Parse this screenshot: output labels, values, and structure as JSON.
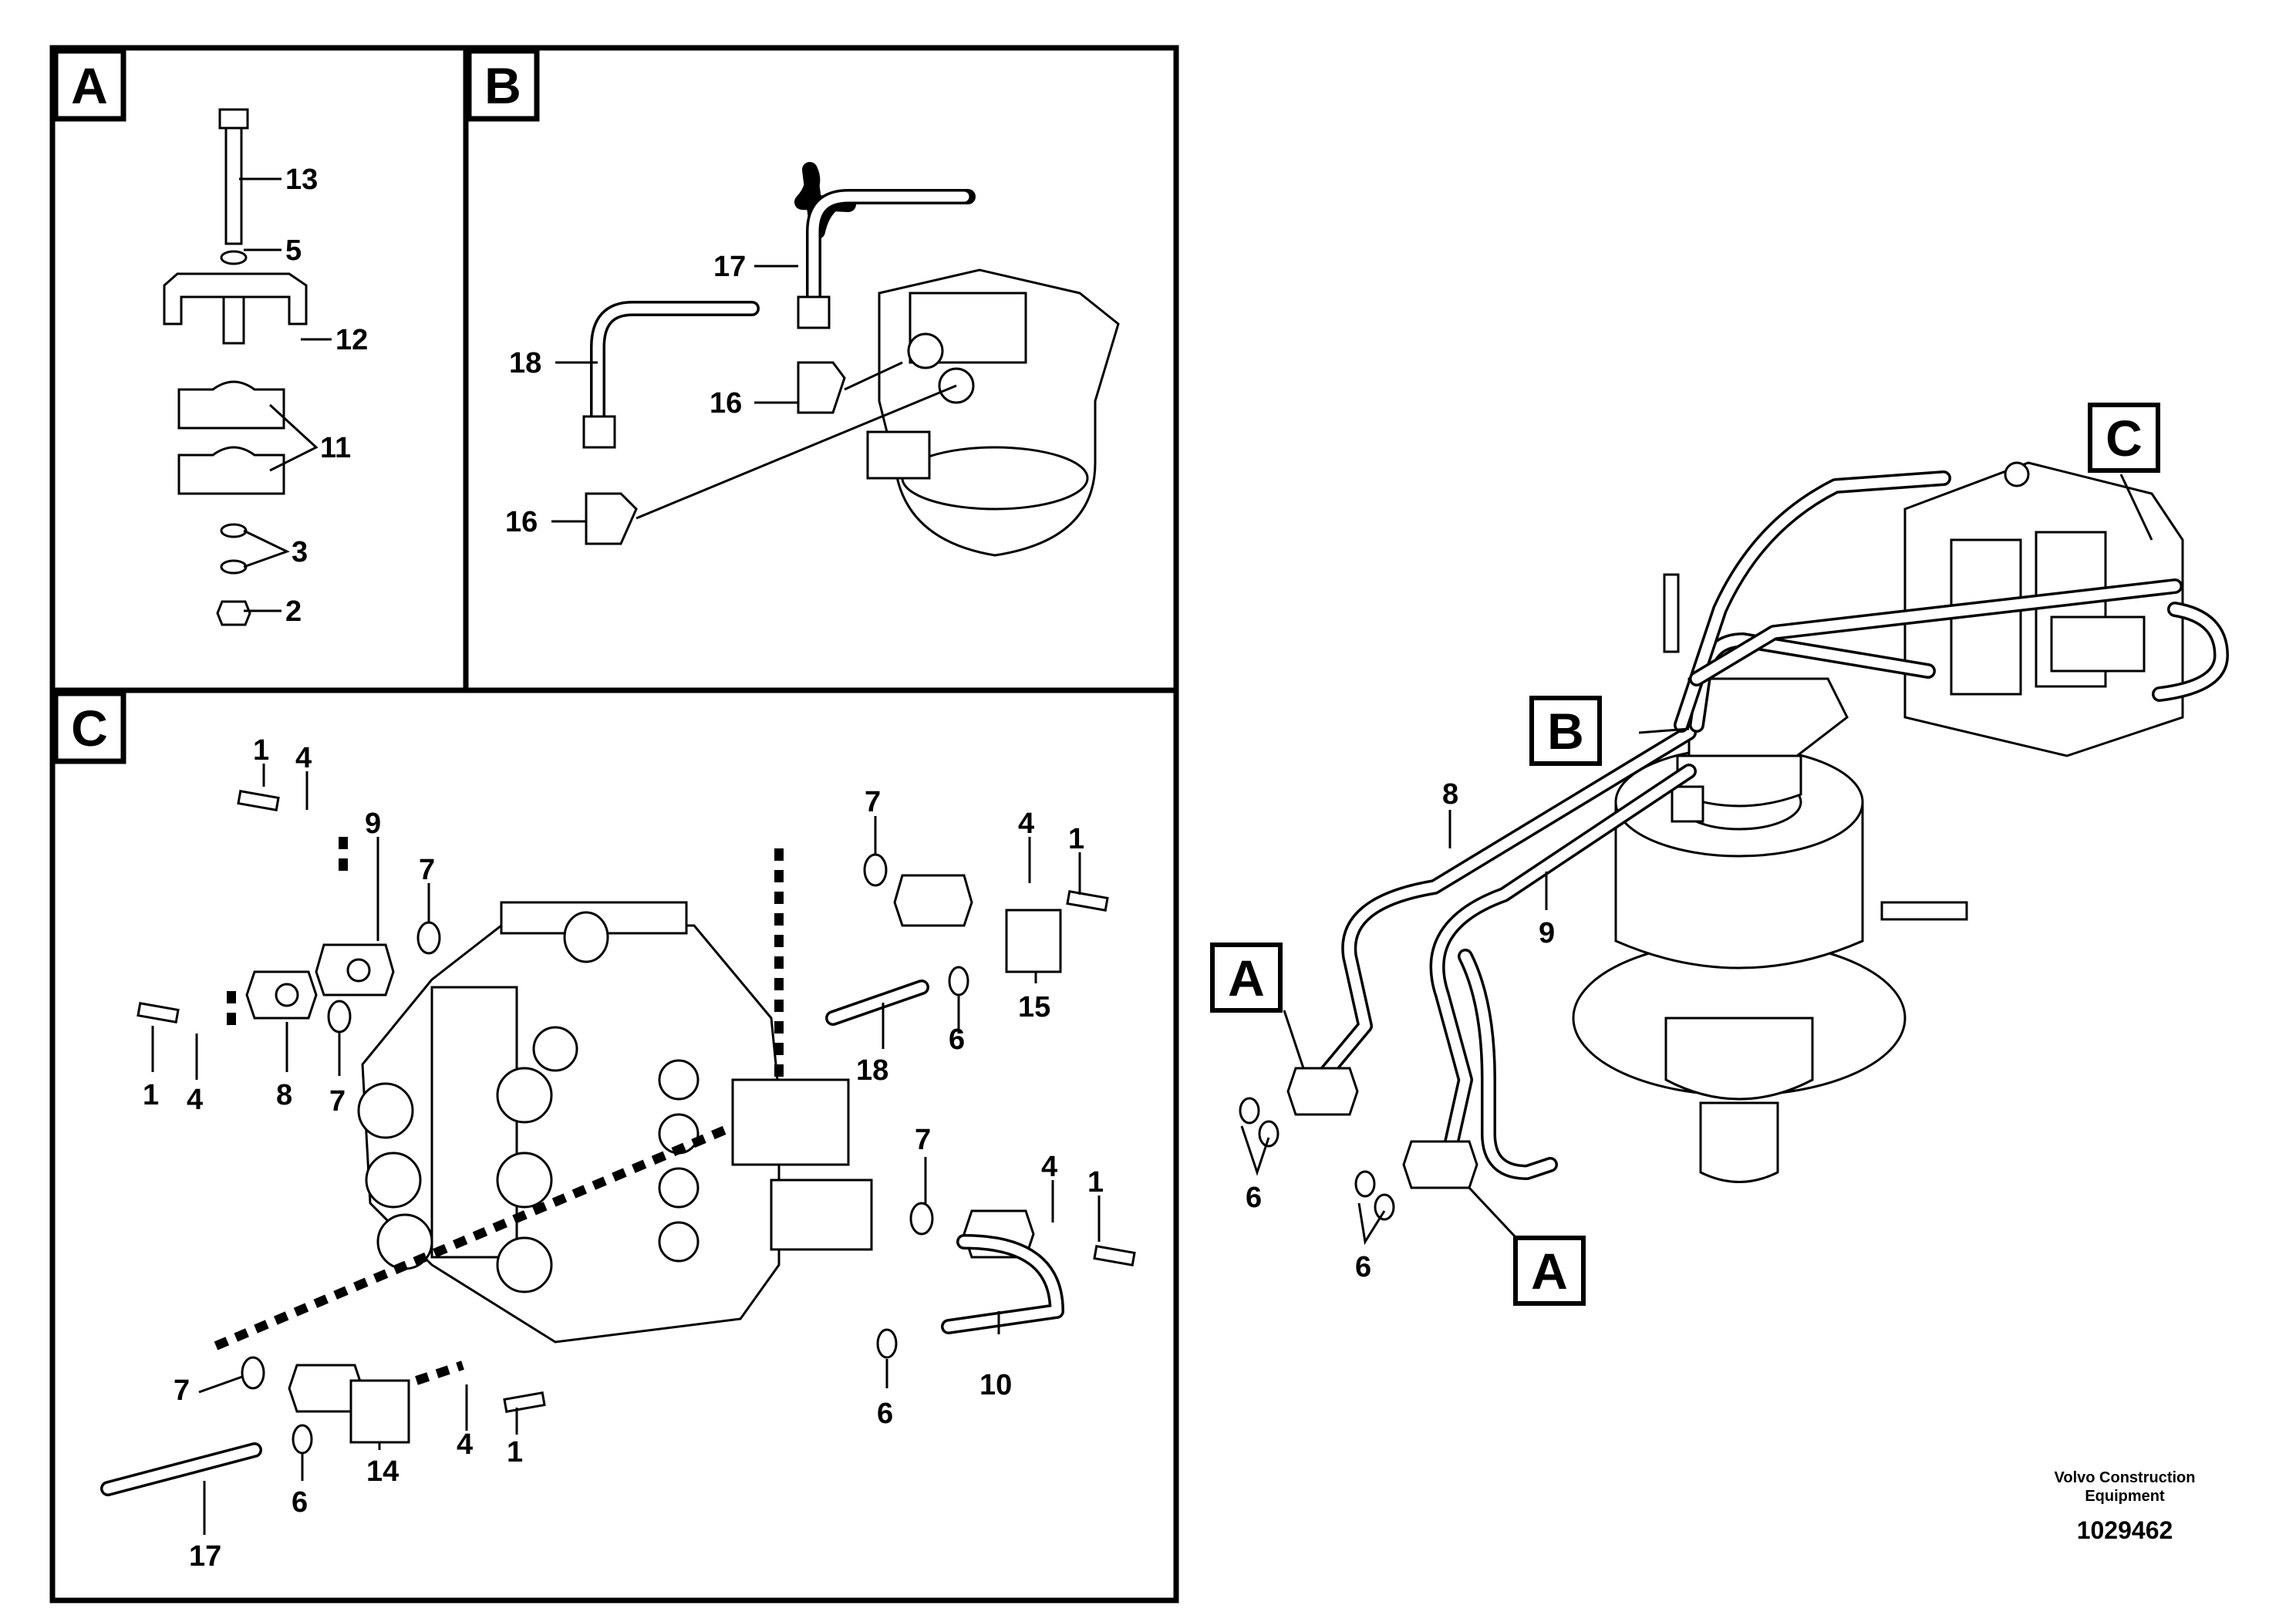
{
  "panels": {
    "a": {
      "label": "A"
    },
    "b": {
      "label": "B"
    },
    "c": {
      "label": "C"
    }
  },
  "panel_a_callouts": [
    "13",
    "5",
    "12",
    "11",
    "3",
    "2"
  ],
  "panel_b_callouts": [
    "17",
    "18",
    "16",
    "16"
  ],
  "panel_c_callouts": [
    "1",
    "4",
    "9",
    "7",
    "7",
    "4",
    "1",
    "1",
    "4",
    "8",
    "7",
    "15",
    "6",
    "18",
    "7",
    "4",
    "1",
    "7",
    "14",
    "4",
    "1",
    "6",
    "17",
    "10",
    "6"
  ],
  "overview": {
    "ref_labels": [
      "A",
      "A",
      "B",
      "C"
    ],
    "pipe_labels": [
      "8",
      "9"
    ],
    "seal_labels": [
      "6",
      "6"
    ]
  },
  "footer": {
    "brand_line1": "Volvo Construction",
    "brand_line2": "Equipment",
    "doc_number": "1029462"
  }
}
